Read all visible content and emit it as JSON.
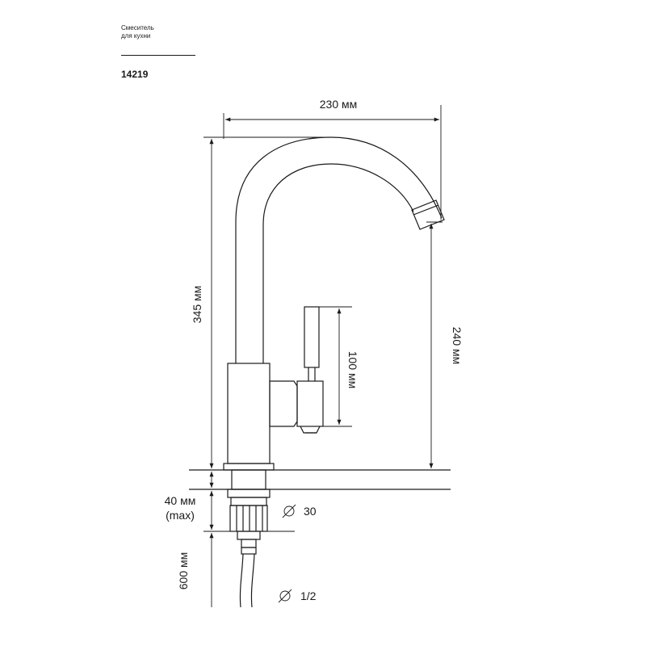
{
  "header": {
    "title_line1": "Смеситель",
    "title_line2": "для кухни",
    "model": "14219"
  },
  "dimensions": {
    "width": "230 мм",
    "height": "345 мм",
    "spout_height": "240 мм",
    "handle_length": "100 мм",
    "mount_thickness_1": "40 мм",
    "mount_thickness_2": "(max)",
    "hose_length": "600 мм",
    "diameter_body": "30",
    "diameter_hose": "1/2"
  },
  "colors": {
    "line": "#1a1a1a",
    "background": "#ffffff"
  }
}
